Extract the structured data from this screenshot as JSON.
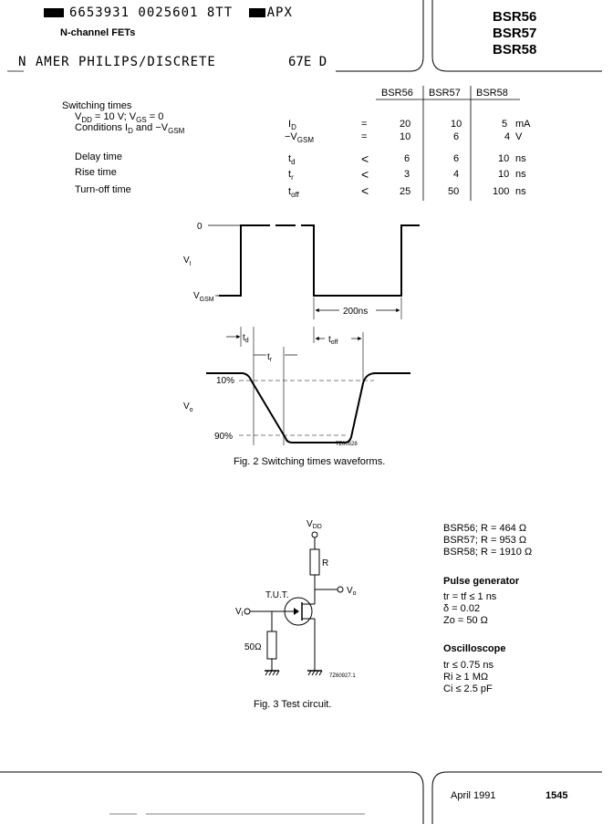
{
  "header": {
    "barcode_text": "6653931 0025601 8TT",
    "barcode_suffix": "APX",
    "subtitle": "N-channel FETs",
    "line2": "N AMER PHILIPS/DISCRETE",
    "line2_code": "67E D",
    "parts": [
      "BSR56",
      "BSR57",
      "BSR58"
    ]
  },
  "table": {
    "columns": [
      "BSR56",
      "BSR57",
      "BSR58"
    ],
    "section_title": "Switching times",
    "cond_line1": "V DD = 10 V; V GS = 0",
    "cond_line2": "Conditions I D and −V GSM",
    "rows": [
      {
        "label": "",
        "sym": "ID",
        "rel": "=",
        "v1": "20",
        "v2": "10",
        "v3": "5",
        "unit": "mA"
      },
      {
        "label": "",
        "sym": "−VGSM",
        "rel": "=",
        "v1": "10",
        "v2": "6",
        "v3": "4",
        "unit": "V"
      },
      {
        "label": "Delay time",
        "sym": "td",
        "rel": "<",
        "v1": "6",
        "v2": "6",
        "v3": "10",
        "unit": "ns"
      },
      {
        "label": "Rise time",
        "sym": "tr",
        "rel": "<",
        "v1": "3",
        "v2": "4",
        "v3": "10",
        "unit": "ns"
      },
      {
        "label": "Turn-off time",
        "sym": "toff",
        "rel": "<",
        "v1": "25",
        "v2": "50",
        "v3": "100",
        "unit": "ns"
      }
    ]
  },
  "fig2": {
    "zero_label": "0",
    "vi_label": "V",
    "vi_sub": "I",
    "vgsm_label": "V",
    "vgsm_sub": "GSM",
    "time_label": "200ns",
    "td_label": "t",
    "td_sub": "d",
    "tr_label": "t",
    "tr_sub": "r",
    "toff_label": "t",
    "toff_sub": "off",
    "p10_label": "10%",
    "p90_label": "90%",
    "vo_label": "V",
    "vo_sub": "o",
    "code": "7Z60528",
    "caption": "Fig. 2 Switching times waveforms."
  },
  "fig3": {
    "vdd_label": "V",
    "vdd_sub": "DD",
    "r_label": "R",
    "vo_label": "V",
    "vo_sub": "o",
    "tut_label": "T.U.T.",
    "vi_label": "V",
    "vi_sub": "I",
    "r50_label": "50Ω",
    "code": "7Z60927.1",
    "caption": "Fig. 3 Test circuit."
  },
  "right_info": {
    "r_values": [
      "BSR56; R =   464 Ω",
      "BSR57; R =   953 Ω",
      "BSR58; R = 1910 Ω"
    ],
    "pulse_title": "Pulse generator",
    "pulse_lines": [
      "tr = tf ≤ 1 ns",
      "δ       = 0.02",
      "Zo     = 50 Ω"
    ],
    "osc_title": "Oscilloscope",
    "osc_lines": [
      "tr  ≤ 0.75 ns",
      "Ri ≥     1 MΩ",
      "Ci ≤   2.5 pF"
    ]
  },
  "footer": {
    "date": "April 1991",
    "page": "1545"
  }
}
